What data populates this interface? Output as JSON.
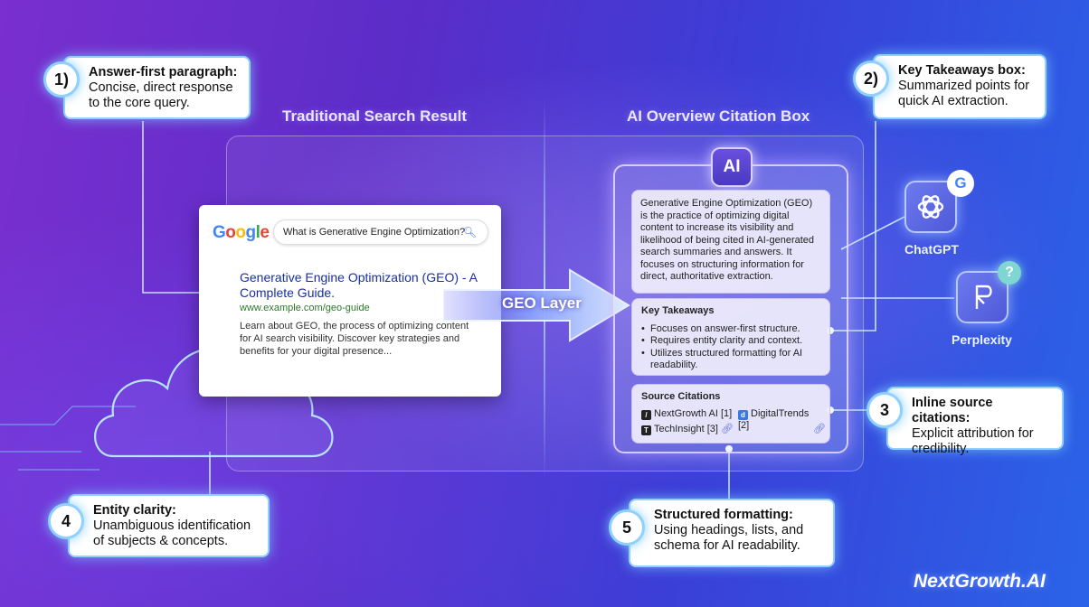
{
  "titles": {
    "traditional": "Traditional Search Result",
    "ai_overview": "AI Overview Citation Box"
  },
  "callouts": [
    {
      "num": "1)",
      "heading": "Answer-first paragraph:",
      "body": "Concise, direct response to the core query."
    },
    {
      "num": "2)",
      "heading": "Key Takeaways box:",
      "body": "Summarized points for quick AI extraction."
    },
    {
      "num": "3",
      "heading": "Inline source citations:",
      "body": "Explicit attribution for credibility."
    },
    {
      "num": "4",
      "heading": "Entity clarity:",
      "body": "Unambiguous identification of subjects & concepts."
    },
    {
      "num": "5",
      "heading": "Structured formatting:",
      "body": "Using headings, lists, and schema for AI readability."
    }
  ],
  "google_card": {
    "logo": "Google",
    "query": "What is Generative Engine Optimization?",
    "result_title": "Generative Engine Optimization (GEO) - A Complete Guide.",
    "result_url": "www.example.com/geo-guide",
    "result_snippet": "Learn about GEO, the process of optimizing content for AI search visibility. Discover key strategies and benefits for your digital presence..."
  },
  "geo_layer": "GEO Layer",
  "ai_box": {
    "badge": "AI",
    "paragraph": "Generative Engine Optimization (GEO) is the practice of optimizing digital content to increase its visibility and likelihood of being cited in AI-generated search summaries and answers. It focuses on structuring information for direct, authoritative extraction.",
    "takeaways_heading": "Key Takeaways",
    "takeaways": [
      "Focuses on answer-first structure.",
      "Requires entity clarity and context.",
      "Utilizes structured formatting for AI readability."
    ],
    "citations_heading": "Source Citations",
    "citations": [
      "NextGrowth AI [1]",
      "DigitalTrends [2]",
      "TechInsight [3]"
    ]
  },
  "apps": {
    "chatgpt": "ChatGPT",
    "perplexity": "Perplexity"
  },
  "brand": "NextGrowth.AI",
  "colors": {
    "callout_border": "#8fd0ff",
    "link_blue": "#1a2fa0",
    "url_green": "#2a7a2a"
  }
}
